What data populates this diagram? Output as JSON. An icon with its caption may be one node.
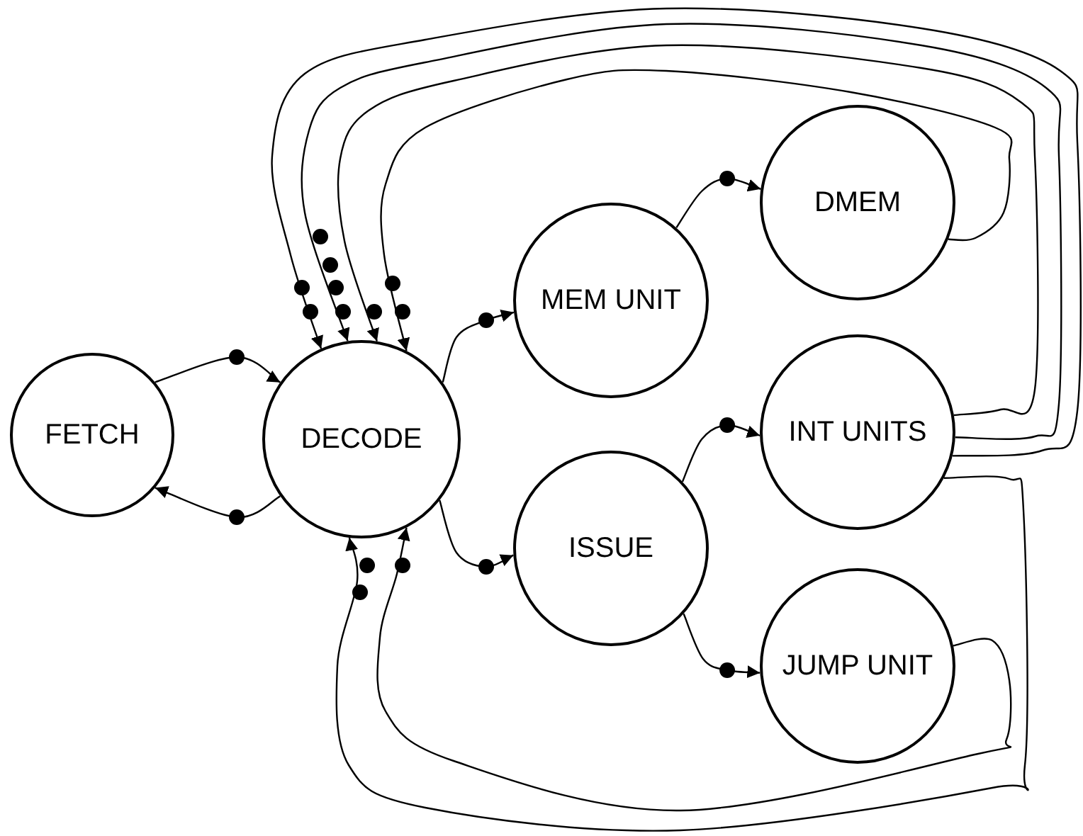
{
  "diagram": {
    "nodes": [
      {
        "text": [
          "FETCH"
        ]
      },
      {
        "text": [
          "DECODE"
        ]
      },
      {
        "text": [
          "MEM UNIT"
        ]
      },
      {
        "text": [
          "DMEM"
        ]
      },
      {
        "text": [
          "ISSUE"
        ]
      },
      {
        "text": [
          "INT UNITS"
        ]
      },
      {
        "text": [
          "JUMP UNIT"
        ]
      }
    ],
    "edges": [
      {
        "from": 0,
        "to": 1,
        "arrow": "to"
      },
      {
        "from": 1,
        "to": 0,
        "arrow": "to"
      },
      {
        "from": 1,
        "to": 2,
        "arrow": "to"
      },
      {
        "from": 2,
        "to": 3,
        "arrow": "to"
      },
      {
        "from": 1,
        "to": 4,
        "arrow": "to"
      },
      {
        "from": 4,
        "to": 5,
        "arrow": "to"
      },
      {
        "from": 4,
        "to": 6,
        "arrow": "to"
      },
      {
        "from": 5,
        "to": 1,
        "arrow": "to"
      },
      {
        "from": 5,
        "to": 1,
        "arrow": "to"
      },
      {
        "from": 5,
        "to": 1,
        "arrow": "to"
      },
      {
        "from": 3,
        "to": 1,
        "arrow": "to"
      },
      {
        "from": 5,
        "to": 1,
        "arrow": "to"
      },
      {
        "from": 6,
        "to": 1,
        "arrow": "to"
      }
    ]
  }
}
